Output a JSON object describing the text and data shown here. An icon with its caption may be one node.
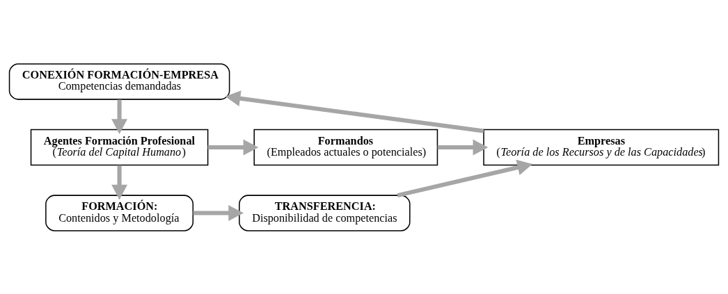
{
  "diagram": {
    "nodes": [
      {
        "text": [
          "CONEXIÓN FORMACIÓN-EMPRESA",
          "Competencias demandadas"
        ]
      },
      {
        "text": [
          "Agentes Formación Profesional",
          "(*Teoría del Capital Humano*)"
        ]
      },
      {
        "text": [
          "Formandos",
          "(Empleados actuales o potenciales)"
        ]
      },
      {
        "text": [
          "Empresas",
          "(*Teoría de los Recursos y de las Capacidades*)"
        ]
      },
      {
        "text": [
          "FORMACIÓN:",
          "Contenidos y Metodología"
        ]
      },
      {
        "text": [
          "TRANSFERENCIA:",
          "Disponibilidad de competencias"
        ]
      }
    ],
    "edges": [
      {
        "from": 0,
        "to": 1,
        "arrow": "to"
      },
      {
        "from": 1,
        "to": 2,
        "arrow": "to"
      },
      {
        "from": 2,
        "to": 3,
        "arrow": "to"
      },
      {
        "from": 3,
        "to": 0,
        "arrow": "to"
      },
      {
        "from": 1,
        "to": 4,
        "arrow": "to"
      },
      {
        "from": 4,
        "to": 5,
        "arrow": "to"
      },
      {
        "from": 5,
        "to": 3,
        "arrow": "to"
      }
    ]
  }
}
